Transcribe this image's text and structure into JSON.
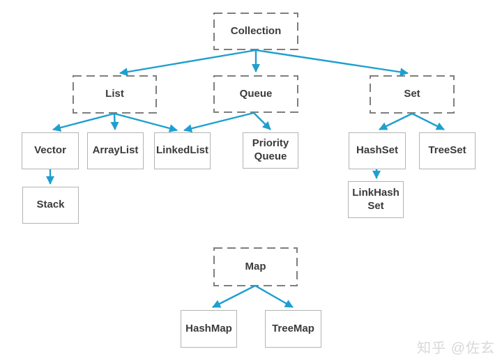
{
  "diagram": {
    "nodes": {
      "collection": {
        "label": "Collection",
        "style": "dashed"
      },
      "list": {
        "label": "List",
        "style": "dashed"
      },
      "queue": {
        "label": "Queue",
        "style": "dashed"
      },
      "set": {
        "label": "Set",
        "style": "dashed"
      },
      "map": {
        "label": "Map",
        "style": "dashed"
      },
      "vector": {
        "label": "Vector",
        "style": "solid"
      },
      "arraylist": {
        "label": "ArrayList",
        "style": "solid"
      },
      "linkedlist": {
        "label": "LinkedList",
        "style": "solid"
      },
      "priorityqueue": {
        "label": "Priority Queue",
        "style": "solid"
      },
      "hashset": {
        "label": "HashSet",
        "style": "solid"
      },
      "treeset": {
        "label": "TreeSet",
        "style": "solid"
      },
      "stack": {
        "label": "Stack",
        "style": "solid"
      },
      "linkhashset": {
        "label": "LinkHash Set",
        "style": "solid"
      },
      "hashmap": {
        "label": "HashMap",
        "style": "solid"
      },
      "treemap": {
        "label": "TreeMap",
        "style": "solid"
      }
    },
    "edges": [
      {
        "from": "collection",
        "to": "list"
      },
      {
        "from": "collection",
        "to": "queue"
      },
      {
        "from": "collection",
        "to": "set"
      },
      {
        "from": "list",
        "to": "vector"
      },
      {
        "from": "list",
        "to": "arraylist"
      },
      {
        "from": "list",
        "to": "linkedlist"
      },
      {
        "from": "queue",
        "to": "linkedlist"
      },
      {
        "from": "queue",
        "to": "priorityqueue"
      },
      {
        "from": "set",
        "to": "hashset"
      },
      {
        "from": "set",
        "to": "treeset"
      },
      {
        "from": "vector",
        "to": "stack"
      },
      {
        "from": "hashset",
        "to": "linkhashset"
      },
      {
        "from": "map",
        "to": "hashmap"
      },
      {
        "from": "map",
        "to": "treemap"
      }
    ],
    "colors": {
      "arrow": "#1E9FCF",
      "dashed_border": "#7E7E7E",
      "solid_border": "#B3B3B3",
      "text": "#3B3B3B"
    }
  },
  "watermark": {
    "text": "知乎 @佐玄"
  }
}
